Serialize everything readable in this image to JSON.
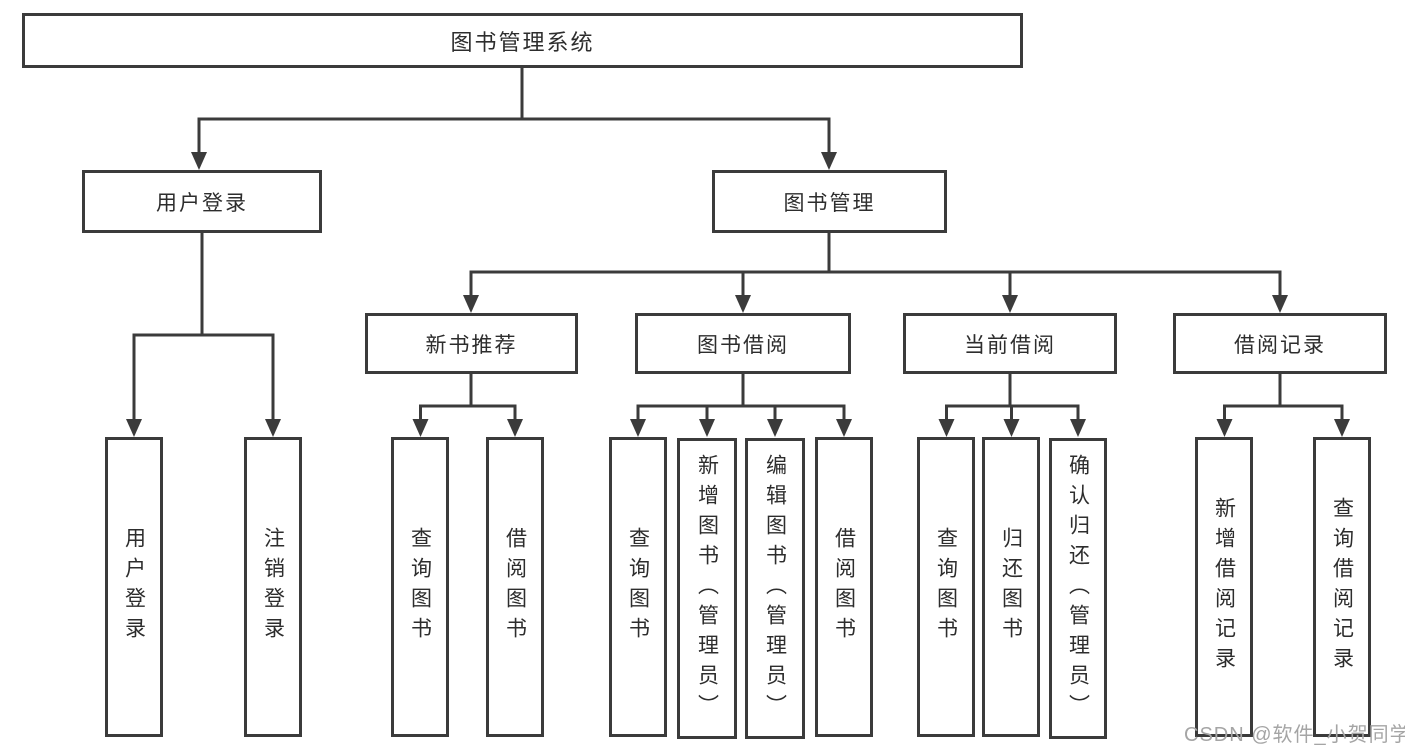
{
  "diagram": {
    "background": "#ffffff",
    "line_color": "#3b3b3b",
    "text_color": "#2d2d2d",
    "watermark": {
      "text": "CSDN @软件_小贺同学",
      "color": "#a5a5a5"
    },
    "nodes": {
      "root": {
        "label": "图书管理系统"
      },
      "user_login": {
        "label": "用户登录",
        "parent": "图书管理系统"
      },
      "book_management": {
        "label": "图书管理",
        "parent": "图书管理系统"
      },
      "new_book_recommend": {
        "label": "新书推荐",
        "parent": "图书管理"
      },
      "book_borrowing": {
        "label": "图书借阅",
        "parent": "图书管理"
      },
      "current_borrowing": {
        "label": "当前借阅",
        "parent": "图书管理"
      },
      "borrowing_records": {
        "label": "借阅记录",
        "parent": "图书管理"
      },
      "leaves": [
        {
          "label": "用户登录",
          "parent": "用户登录"
        },
        {
          "label": "注销登录",
          "parent": "用户登录"
        },
        {
          "label": "查询图书",
          "parent": "新书推荐"
        },
        {
          "label": "借阅图书",
          "parent": "新书推荐"
        },
        {
          "label": "查询图书",
          "parent": "图书借阅"
        },
        {
          "label": "新增图书（管理员）",
          "parent": "图书借阅"
        },
        {
          "label": "编辑图书（管理员）",
          "parent": "图书借阅"
        },
        {
          "label": "借阅图书",
          "parent": "图书借阅"
        },
        {
          "label": "查询图书",
          "parent": "当前借阅"
        },
        {
          "label": "归还图书",
          "parent": "当前借阅"
        },
        {
          "label": "确认归还（管理员）",
          "parent": "当前借阅"
        },
        {
          "label": "新增借阅记录",
          "parent": "借阅记录"
        },
        {
          "label": "查询借阅记录",
          "parent": "借阅记录"
        }
      ]
    }
  }
}
